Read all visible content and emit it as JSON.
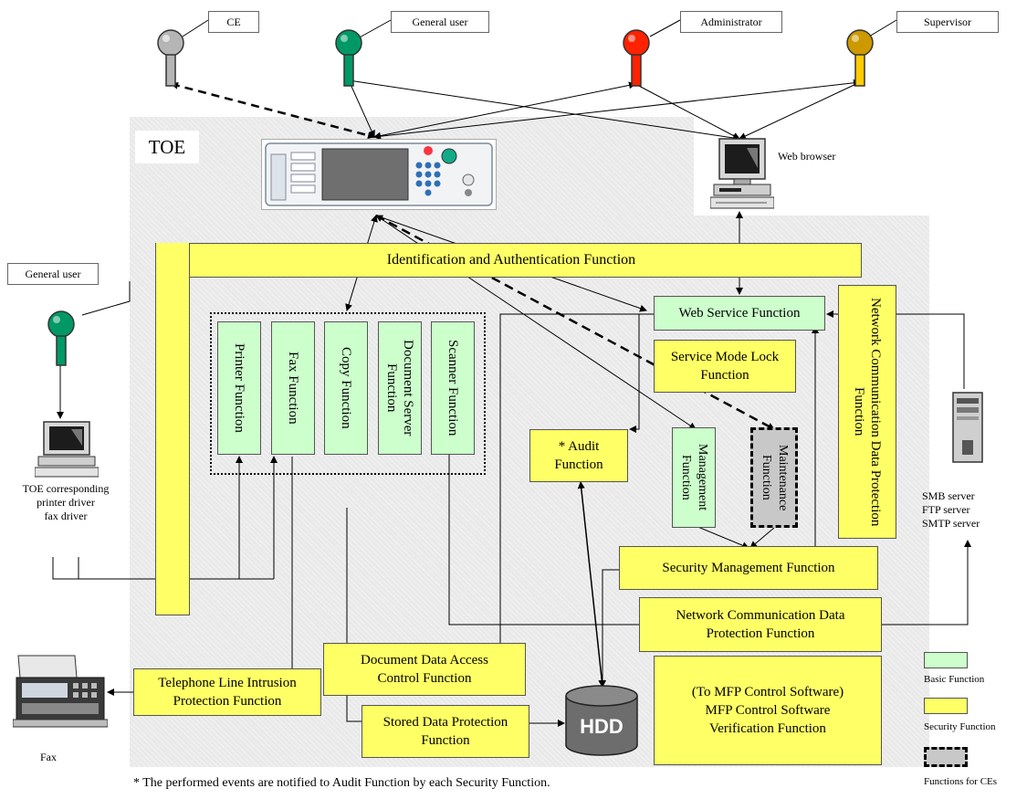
{
  "toe": {
    "title": "TOE"
  },
  "actors": {
    "ce": "CE",
    "general_user_top": "General user",
    "administrator": "Administrator",
    "supervisor": "Supervisor",
    "general_user_left": "General user"
  },
  "devices": {
    "web_browser": "Web browser",
    "printer_driver": [
      "TOE corresponding",
      "printer driver",
      "fax driver"
    ],
    "servers": [
      "SMB server",
      "FTP server",
      "SMTP server"
    ],
    "fax": "Fax",
    "hdd": "HDD"
  },
  "functions": {
    "identification": "Identification and Authentication Function",
    "printer": "Printer Function",
    "fax": "Fax Function",
    "copy": "Copy Function",
    "document_server": "Document Server Function",
    "scanner": "Scanner Function",
    "web_service": "Web Service Function",
    "service_mode_lock": "Service Mode Lock Function",
    "audit": "* Audit Function",
    "management": "Management Function",
    "maintenance": "Maintenance Function",
    "ncdp_vertical": "Network Communication Data Protection Function",
    "security_management": "Security Management Function",
    "ncdp": "Network Communication Data Protection Function",
    "document_data_access": "Document Data Access Control Function",
    "telephone_line": "Telephone Line Intrusion Protection Function",
    "stored_data": "Stored Data Protection Function",
    "mfp_verification": "(To MFP Control Software) MFP Control Software Verification Function"
  },
  "legend": {
    "basic": "Basic Function",
    "security": "Security Function",
    "ce": "Functions for CEs"
  },
  "footnote": "* The performed events are notified to Audit Function by each Security Function.",
  "colors": {
    "security_fill": "#ffff66",
    "basic_fill": "#ccffcc",
    "ce_fill": "#c8c8c8",
    "ce_pin": "#b5b5b5",
    "general_user_pin": "#009966",
    "administrator_pin": "#ff2200",
    "supervisor_pin": "#cc9900"
  }
}
